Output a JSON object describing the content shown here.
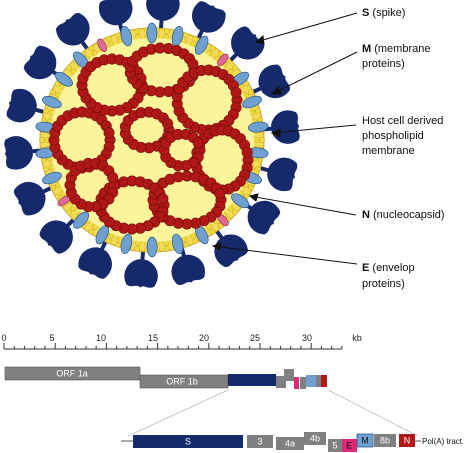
{
  "virion": {
    "labels": [
      {
        "key": "S",
        "bold": "S",
        "rest": " (spike)"
      },
      {
        "key": "M",
        "bold": "M",
        "rest": " (membrane",
        "line2": "proteins)"
      },
      {
        "key": "HOST",
        "bold": "",
        "rest": "Host cell derived",
        "line2": "phospholipid",
        "line3": "membrane"
      },
      {
        "key": "N",
        "bold": "N",
        "rest": " (nucleocapsid)"
      },
      {
        "key": "E",
        "bold": "E",
        "rest": " (envelop",
        "line2": "proteins)"
      }
    ],
    "colors": {
      "spike": "#16296b",
      "membrane_protein": "#6fa0d0",
      "envelope_protein": "#e06a96",
      "lipid_head": "#f0da3c",
      "interior": "#fcf49a",
      "nucleocapsid": "#b01717"
    }
  },
  "genome": {
    "axis_ticks": [
      "0",
      "5",
      "10",
      "15",
      "20",
      "25",
      "30"
    ],
    "axis_unit": "kb",
    "orfs": [
      {
        "label": "ORF 1a",
        "color": "#808080"
      },
      {
        "label": "ORF 1b",
        "color": "#808080"
      }
    ],
    "detail": [
      {
        "label": "S",
        "color": "#16296b"
      },
      {
        "label": "3",
        "color": "#808080"
      },
      {
        "label": "4a",
        "color": "#808080"
      },
      {
        "label": "4b",
        "color": "#808080"
      },
      {
        "label": "5",
        "color": "#808080"
      },
      {
        "label": "E",
        "color": "#e0287a"
      },
      {
        "label": "M",
        "color": "#6fa0d0"
      },
      {
        "label": "8b",
        "color": "#808080"
      },
      {
        "label": "N",
        "color": "#b01717"
      }
    ],
    "polya_label": "Pol(A) tract"
  }
}
